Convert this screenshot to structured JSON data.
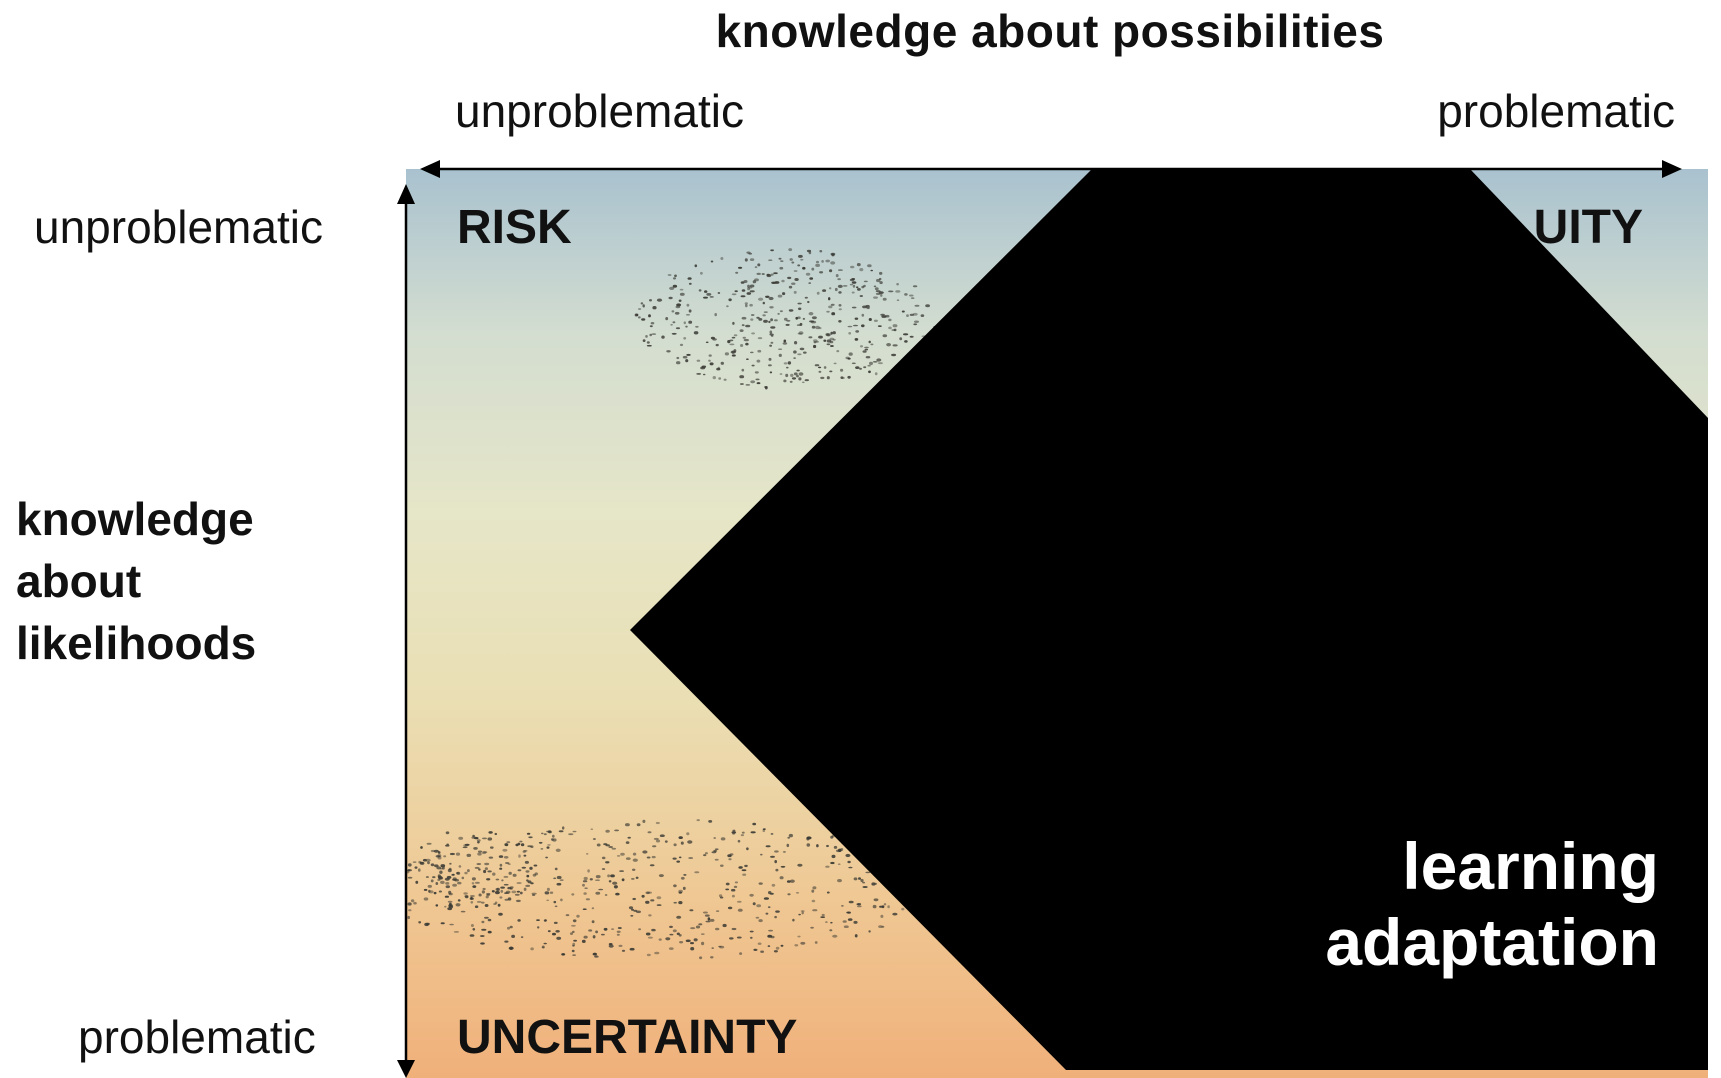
{
  "x_axis": {
    "title": "knowledge about possibilities",
    "low_label": "unproblematic",
    "high_label": "problematic"
  },
  "y_axis": {
    "title_lines": [
      "knowledge",
      "about",
      "likelihoods"
    ],
    "high_label": "unproblematic",
    "low_label": "problematic"
  },
  "quadrants": {
    "top_left": "RISK",
    "top_right_visible": "UITY",
    "bottom_left": "UNCERTAINTY"
  },
  "overlay": {
    "lines": [
      "learning",
      "adaptation"
    ],
    "fill_color": "#000000",
    "text_color": "#ffffff"
  },
  "colors": {
    "sky_top": "#a9c2cf",
    "sky_mid": "#e6e6c8",
    "sky_bottom": "#f0b07a",
    "birds": "#3a3a34"
  }
}
